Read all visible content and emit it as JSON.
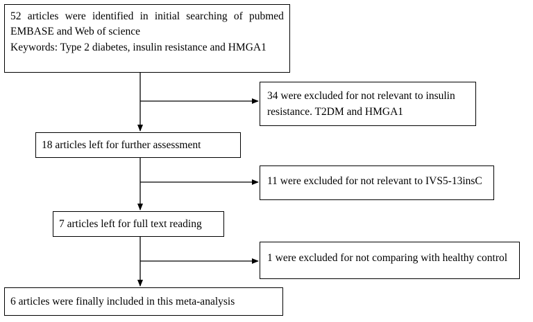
{
  "flowchart": {
    "identification": {
      "line1_words": [
        "52",
        "articles",
        "were",
        "identified",
        "in",
        "initial",
        "searching",
        "of",
        "pubmed"
      ],
      "line2": "EMBASE and Web of science",
      "line3": "Keywords: Type 2 diabetes, insulin resistance and HMGA1"
    },
    "exclusion1": {
      "line1": "34 were excluded for not relevant to insulin",
      "line2": "resistance. T2DM and HMGA1"
    },
    "assessment": "18 articles left for further assessment",
    "exclusion2": "11 were excluded for not relevant to IVS5-13insC",
    "full_text": "7 articles left for full text reading",
    "exclusion3": "1 were excluded for not comparing with healthy control",
    "included": "6 articles were finally included in this meta-analysis"
  }
}
